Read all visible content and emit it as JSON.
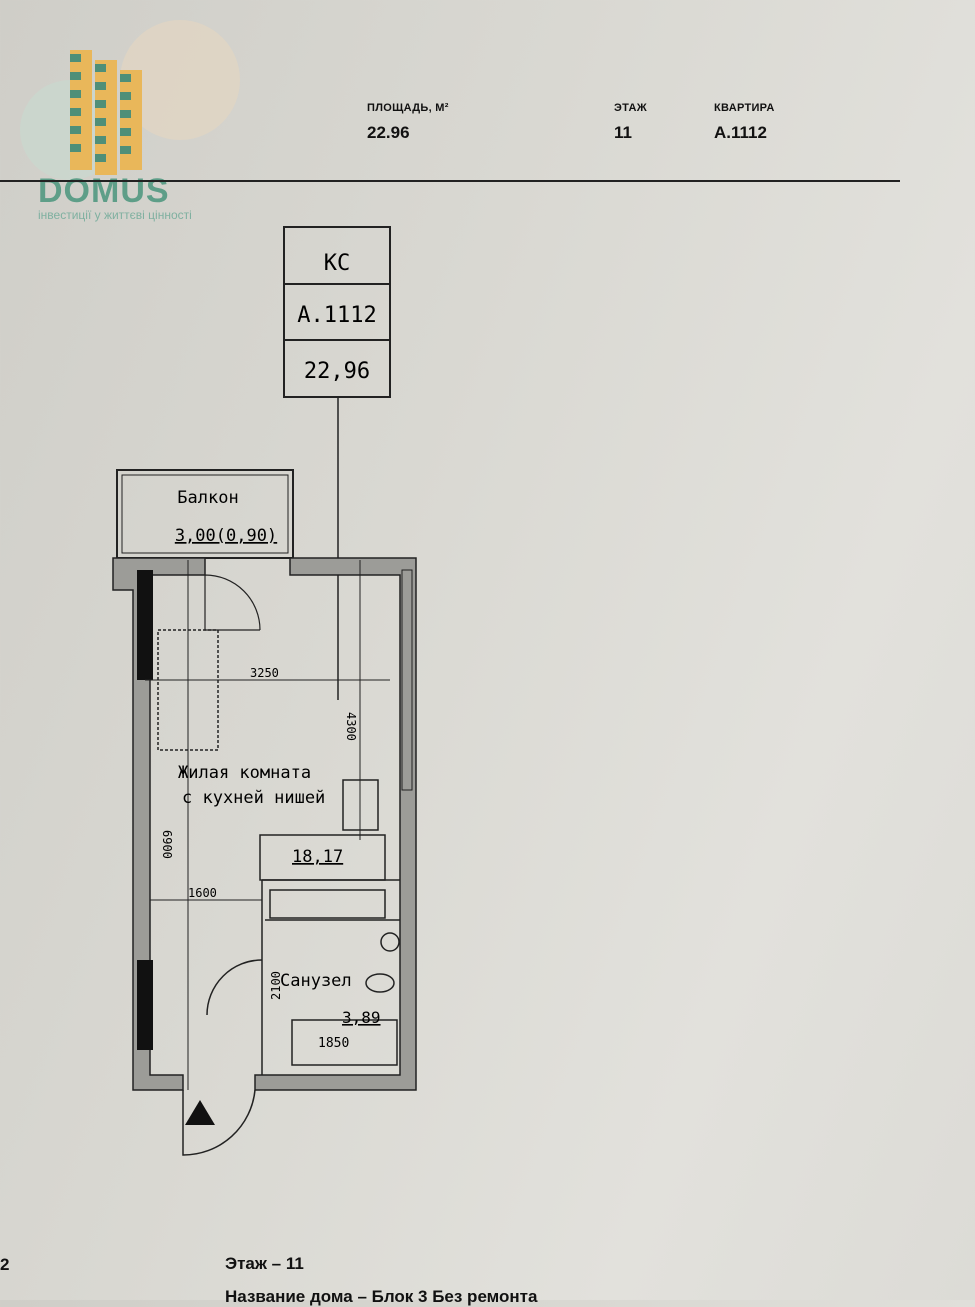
{
  "logo": {
    "name": "DOMUS",
    "tagline": "інвестиції у життєві цінності"
  },
  "header": {
    "area_label": "ПЛОЩАДЬ, М²",
    "area_value": "22.96",
    "floor_label": "ЭТАЖ",
    "floor_value": "11",
    "apartment_label": "КВАРТИРА",
    "apartment_value": "А.1112"
  },
  "stamp": {
    "type": "КС",
    "apartment": "А.1112",
    "area": "22,96"
  },
  "plan": {
    "balcony_label": "Балкон",
    "balcony_area": "3,00(0,90)",
    "room_label_1": "Жилая комната",
    "room_label_2": "с кухней нишей",
    "room_area": "18,17",
    "bath_label": "Санузел",
    "bath_area": "3,89",
    "dim_width": "3250",
    "dim_length": "6900",
    "dim_kitchen": "4300",
    "dim_hall": "1600",
    "dim_bath_h": "2100",
    "dim_bath_w": "1850"
  },
  "footer": {
    "page_fragment": "2",
    "floor_line": "Этаж – 11",
    "building_line": "Название дома – Блок 3 Без ремонта"
  }
}
